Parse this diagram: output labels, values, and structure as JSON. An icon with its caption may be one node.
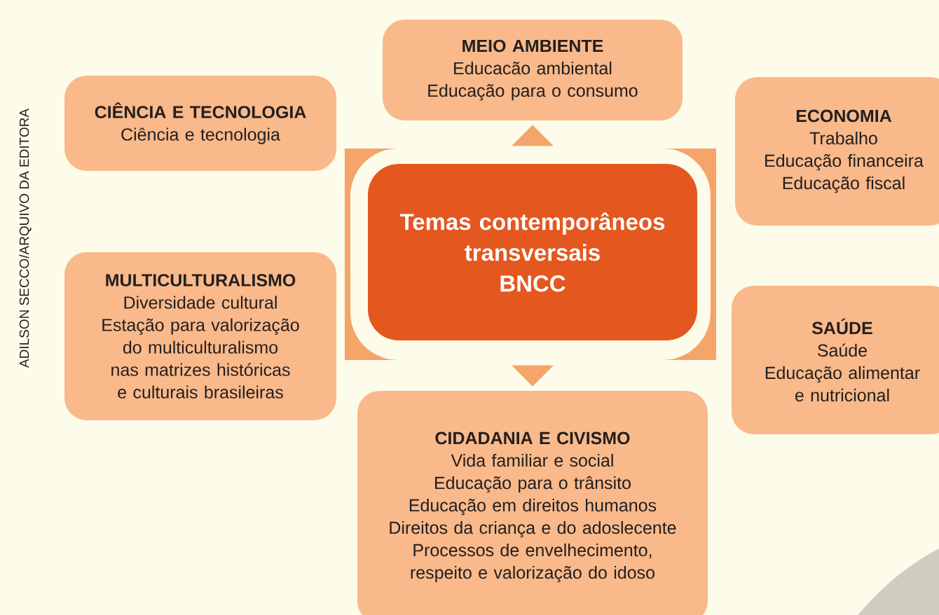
{
  "diagram": {
    "nodes": [
      {
        "text": [
          "Temas contemporâneos transversais",
          "BNCC"
        ]
      },
      {
        "text": [
          "MEIO AMBIENTE",
          "Educacão ambiental",
          "Educação para o consumo"
        ]
      },
      {
        "text": [
          "CIÊNCIA E TECNOLOGIA",
          "Ciência e tecnologia"
        ]
      },
      {
        "text": [
          "ECONOMIA",
          "Trabalho",
          "Educação financeira",
          "Educação fiscal"
        ]
      },
      {
        "text": [
          "MULTICULTURALISMO",
          "Diversidade cultural",
          "Estação para valorização do multiculturalismo nas matrizes históricas e culturais brasileiras"
        ]
      },
      {
        "text": [
          "SAÚDE",
          "Saúde",
          "Educação alimentar e nutricional"
        ]
      },
      {
        "text": [
          "CIDADANIA E CIVISMO",
          "Vida familiar e social",
          "Educação para o trânsito",
          "Educação em direitos humanos",
          "Direitos da criança e do adoslecente",
          "Processos de envelhecimento, respeito e valorização do idoso"
        ]
      }
    ],
    "edges": [
      {
        "from": 0,
        "to": 1,
        "arrow": "to"
      },
      {
        "from": 0,
        "to": 6,
        "arrow": "to"
      }
    ],
    "labels": [
      "ADILSON SECCO/ARQUIVO DA EDITORA"
    ]
  }
}
